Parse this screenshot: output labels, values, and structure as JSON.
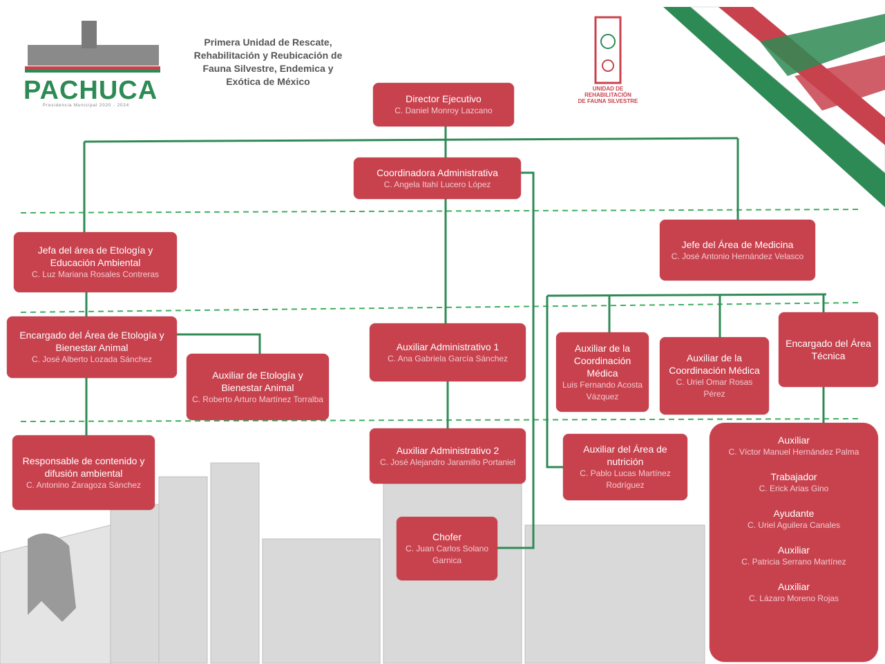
{
  "header": {
    "title_lines": [
      "Primera Unidad de Rescate,",
      "Rehabilitación y Reubicación de",
      "Fauna Silvestre, Endemica y",
      "Exótica de México"
    ]
  },
  "logo_left": {
    "name": "PACHUCA",
    "subtitle": "Presidencia Municipal 2020 - 2024"
  },
  "logo_right": {
    "lines": [
      "UNIDAD DE",
      "REHABILITACIÓN",
      "DE FAUNA SILVESTRE"
    ]
  },
  "colors": {
    "box": "#c8424e",
    "line": "#2e8a54",
    "dashed": "#3cae5e",
    "flag_green": "#2e8a54",
    "flag_red": "#c8424e"
  },
  "nodes": {
    "director": {
      "title": "Director Ejecutivo",
      "person": "C. Daniel Monroy Lazcano"
    },
    "coordinadora": {
      "title": "Coordinadora Administrativa",
      "person": "C. Angela Itahí Lucero López"
    },
    "jefa_etologia": {
      "title": "Jefa del área de Etología y Educación Ambiental",
      "person": "C. Luz Mariana Rosales Contreras"
    },
    "jefe_medicina": {
      "title": "Jefe del Área de Medicina",
      "person": "C. José Antonio Hernández Velasco"
    },
    "encargado_etologia": {
      "title": "Encargado del Área de Etología y Bienestar Animal",
      "person": "C. José Alberto Lozada Sánchez"
    },
    "auxiliar_etologia": {
      "title": "Auxiliar de Etología y Bienestar Animal",
      "person": "C. Roberto Arturo Martínez Torralba"
    },
    "responsable_contenido": {
      "title": "Responsable de contenido y difusión ambiental",
      "person": "C. Antonino Zaragoza Sánchez"
    },
    "auxiliar_admin_1": {
      "title": "Auxiliar Administrativo 1",
      "person": "C. Ana Gabriela García Sánchez"
    },
    "auxiliar_admin_2": {
      "title": "Auxiliar Administrativo 2",
      "person": "C. José Alejandro Jaramillo Portaniel"
    },
    "chofer": {
      "title": "Chofer",
      "person": "C. Juan Carlos Solano Garnica"
    },
    "auxiliar_coord_medica_1": {
      "title": "Auxiliar de la Coordinación Médica",
      "person": "Luis Fernando Acosta Vázquez"
    },
    "auxiliar_coord_medica_2": {
      "title": "Auxiliar de la Coordinación Médica",
      "person": "C. Uriel Omar Rosas Pérez"
    },
    "encargado_tecnica": {
      "title": "Encargado del Área Técnica",
      "person": ""
    },
    "auxiliar_nutricion": {
      "title": "Auxiliar del Área de nutrición",
      "person": "C. Pablo Lucas Martínez Rodríguez"
    },
    "tecnica_staff": [
      {
        "title": "Auxiliar",
        "person": "C. Víctor Manuel Hernández Palma"
      },
      {
        "title": "Trabajador",
        "person": "C. Erick Arias Gino"
      },
      {
        "title": "Ayudante",
        "person": "C. Uriel Aguilera Canales"
      },
      {
        "title": "Auxiliar",
        "person": "C. Patricia Serrano Martínez"
      },
      {
        "title": "Auxiliar",
        "person": "C. Lázaro Moreno Rojas"
      }
    ]
  }
}
